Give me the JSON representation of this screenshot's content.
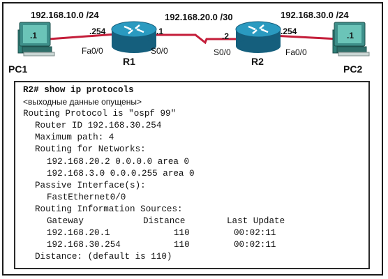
{
  "topology": {
    "networks": {
      "left": "192.168.10.0 /24",
      "middle": "192.168.20.0 /30",
      "right": "192.168.30.0 /24"
    },
    "devices": {
      "pc1": {
        "name": "PC1",
        "host": ".1"
      },
      "r1": {
        "name": "R1",
        "fa_ip": ".254",
        "s_ip": ".1",
        "fa_port": "Fa0/0",
        "s_port": "S0/0"
      },
      "r2": {
        "name": "R2",
        "s_ip": ".2",
        "fa_ip": ".254",
        "s_port": "S0/0",
        "fa_port": "Fa0/0"
      },
      "pc2": {
        "name": "PC2",
        "host": ".1"
      }
    },
    "colors": {
      "ethernet_link": "#c41e3a",
      "serial_link": "#c41e3a",
      "router": "#1b7fa3"
    }
  },
  "terminal": {
    "prompt": "R2#",
    "command": "show ip protocols",
    "note": "<выходные данные опущены>",
    "lines": {
      "protocol": "Routing Protocol is \"ospf 99\"",
      "router_id": "Router ID 192.168.30.254",
      "max_path": "Maximum path: 4",
      "routing_for": "Routing for Networks:",
      "net1": "192.168.20.2 0.0.0.0 area 0",
      "net2": "192.168.3.0 0.0.0.255 area 0",
      "passive": "Passive Interface(s):",
      "passive_if": "FastEthernet0/0",
      "sources": "Routing Information Sources:",
      "distance": "Distance: (default is 110)"
    },
    "table": {
      "headers": [
        "Gateway",
        "Distance",
        "Last Update"
      ],
      "rows": [
        [
          "192.168.20.1",
          "110",
          "00:02:11"
        ],
        [
          "192.168.30.254",
          "110",
          "00:02:11"
        ]
      ]
    }
  }
}
